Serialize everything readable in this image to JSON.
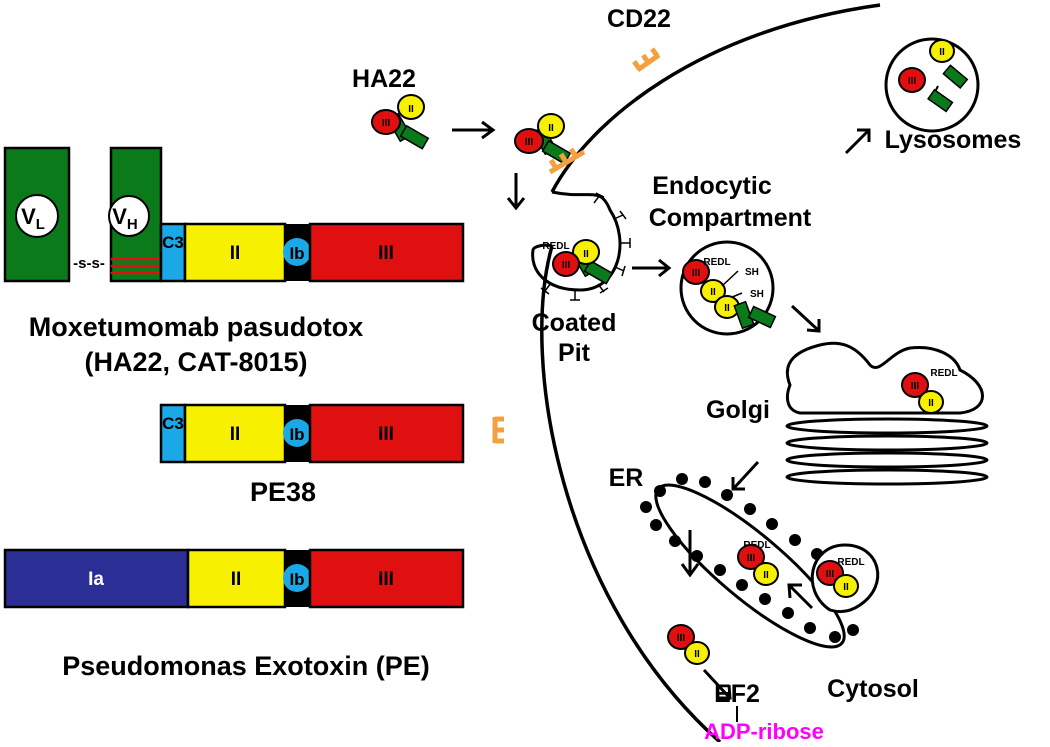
{
  "colors": {
    "green": "#0a7a1a",
    "yellow": "#f7f000",
    "red": "#e01010",
    "cyan": "#1aa8e6",
    "blue": "#2b2f95",
    "orange": "#f5a040",
    "magenta": "#ff00ff",
    "black": "#000000"
  },
  "constructs": {
    "moxetumomab": {
      "vl_base": "V",
      "vl_sub": "L",
      "vh_base": "V",
      "vh_sub": "H",
      "disulfide": "-s-s-",
      "c3": "C3",
      "domain_ii": "II",
      "domain_ib": "Ib",
      "domain_iii": "III",
      "name_line1": "Moxetumomab pasudotox",
      "name_line2": "(HA22, CAT-8015)"
    },
    "pe38": {
      "c3": "C3",
      "domain_ii": "II",
      "domain_ib": "Ib",
      "domain_iii": "III",
      "name": "PE38"
    },
    "pe": {
      "domain_ia": "Ia",
      "domain_ii": "II",
      "domain_ib": "Ib",
      "domain_iii": "III",
      "name": "Pseudomonas Exotoxin (PE)"
    }
  },
  "pathway": {
    "ha22": "HA22",
    "cd22": "CD22",
    "lysosomes": "Lysosomes",
    "endocytic_line1": "Endocytic",
    "endocytic_line2": "Compartment",
    "coated_pit_line1": "Coated",
    "coated_pit_line2": "Pit",
    "golgi": "Golgi",
    "er": "ER",
    "cytosol": "Cytosol",
    "ef2": "EF2",
    "adp_ribose": "ADP-ribose",
    "redl": "REDL",
    "sh": "SH",
    "domain_ii": "II",
    "domain_iii": "III"
  }
}
